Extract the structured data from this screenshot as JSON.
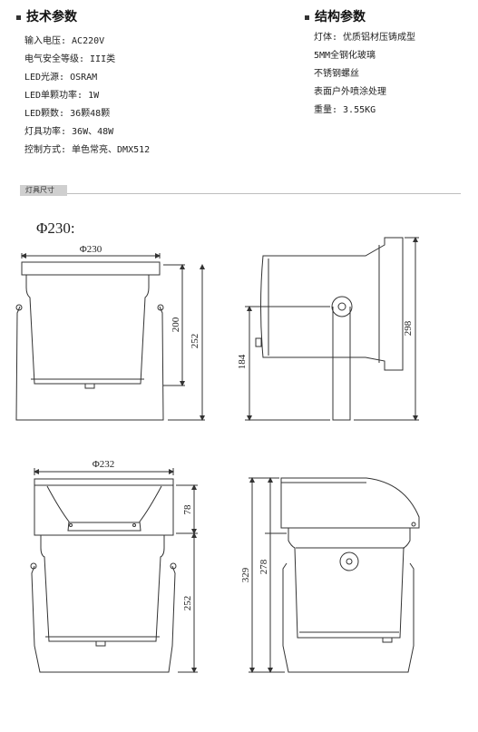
{
  "tech_params": {
    "title": "技术参数",
    "lines": [
      "输入电压: AC220V",
      "电气安全等级: III类",
      "LED光源: OSRAM",
      "LED单颗功率: 1W",
      "LED颗数: 36颗48颗",
      "灯具功率: 36W、48W",
      "控制方式: 单色常亮、DMX512"
    ]
  },
  "struct_params": {
    "title": "结构参数",
    "lines": [
      "灯体: 优质铝材压铸成型",
      "5MM全钢化玻璃",
      "不锈钢螺丝",
      "表面户外喷涂处理",
      "重量: 3.55KG"
    ]
  },
  "dimensions_section": {
    "label": "灯具尺寸"
  },
  "model_label": "Φ230:",
  "dims": {
    "top_front_width": "Φ230",
    "top_front_h1": "200",
    "top_front_h2": "252",
    "top_side_h1": "184",
    "top_side_h2": "298",
    "bot_front_width": "Φ232",
    "bot_front_h1": "78",
    "bot_front_h2": "252",
    "bot_side_h1": "278",
    "bot_side_h2": "329"
  },
  "colors": {
    "line": "#333333",
    "fill": "#ffffff"
  }
}
